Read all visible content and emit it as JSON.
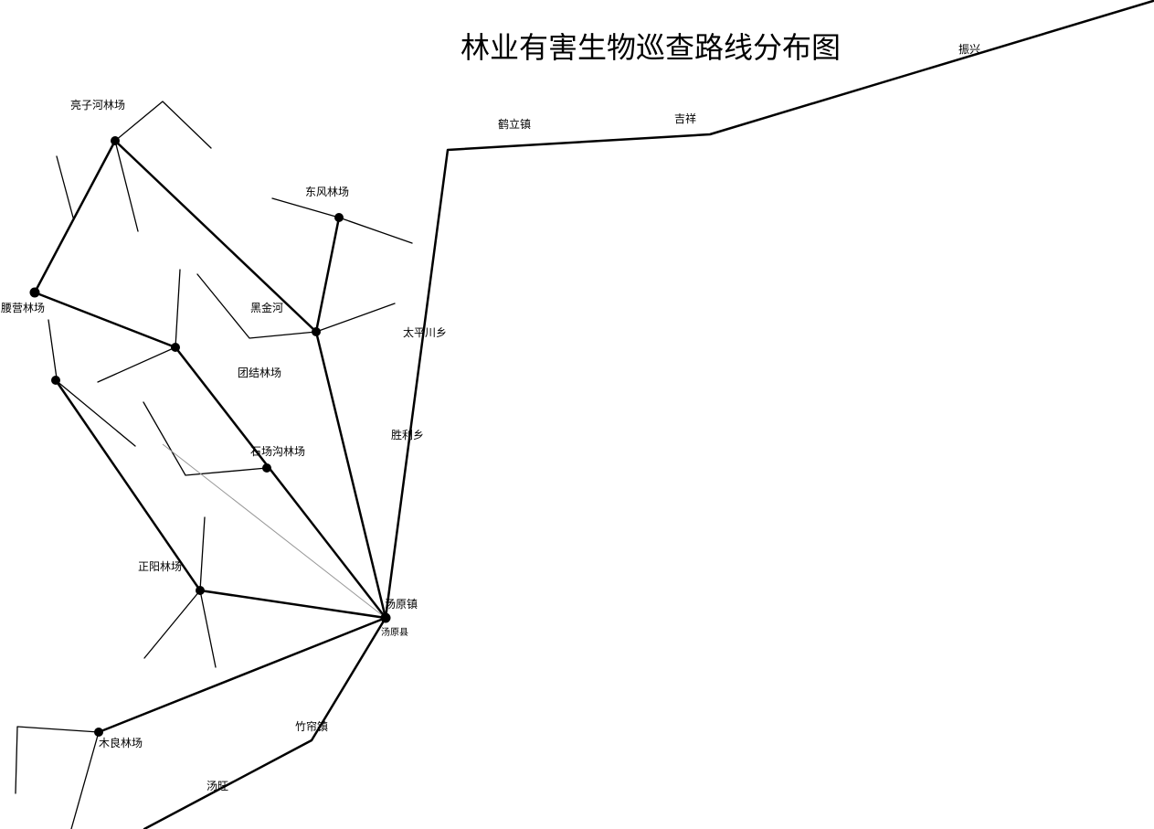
{
  "map": {
    "title": "林业有害生物巡查路线分布图",
    "places": {
      "liangzihe": "亮子河林场",
      "dongfeng": "东风林场",
      "heliz": "鹤立镇",
      "jixiang": "吉祥",
      "zhenxing": "振兴",
      "yaoying": "腰营林场",
      "heijinhe": "黑金河",
      "taipingchuan": "太平川乡",
      "tuanjie": "团结林场",
      "shengli": "胜利乡",
      "shichanggou": "石场沟林场",
      "zhengyang": "正阳林场",
      "tangyuanzhen": "汤原镇",
      "tangyuanxian": "汤原县",
      "zhulian": "竹帘镇",
      "muliang": "木良林场",
      "tangwang": "汤旺"
    }
  }
}
